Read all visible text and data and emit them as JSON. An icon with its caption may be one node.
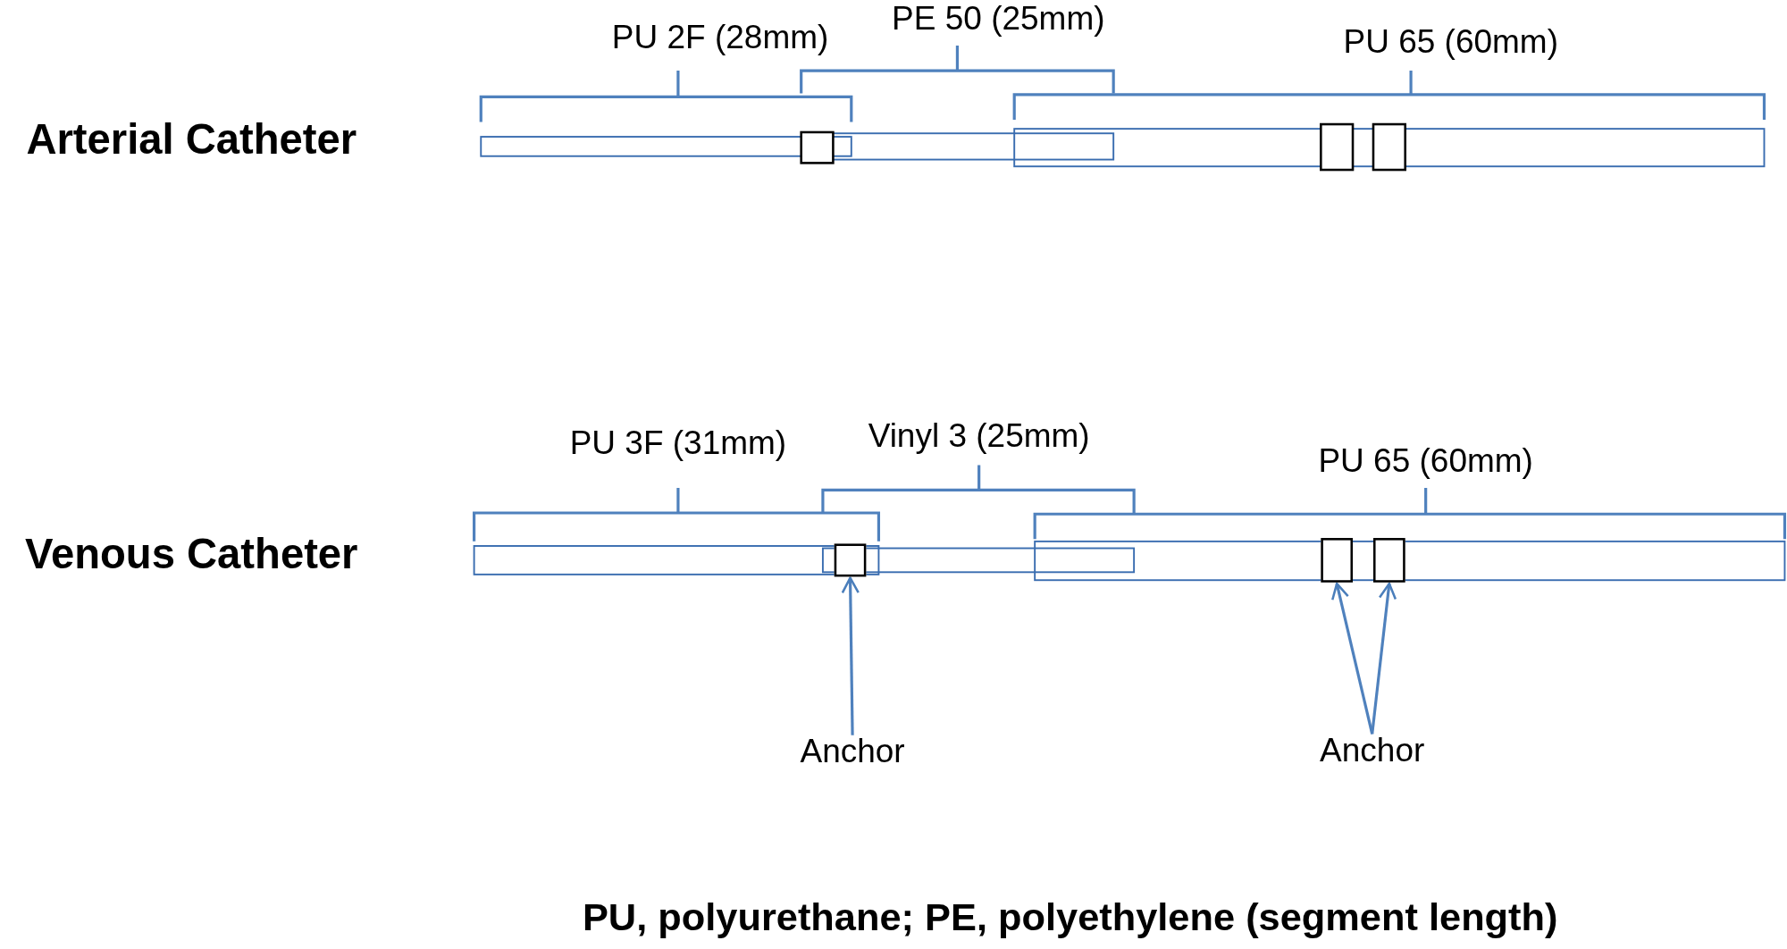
{
  "diagram": {
    "caption": "PU, polyurethane; PE, polyethylene (segment length)",
    "nodes": [
      {
        "text": [
          "Anchor"
        ]
      },
      {
        "text": [
          "Anchor"
        ]
      },
      {
        "text": [],
        "shape": "box"
      },
      {
        "text": [],
        "shape": "box"
      },
      {
        "text": [],
        "shape": "box"
      }
    ],
    "edges": [
      {
        "from": 0,
        "to": 2,
        "arrow": "to"
      },
      {
        "from": 1,
        "to": 3,
        "arrow": "to"
      },
      {
        "from": 1,
        "to": 4,
        "arrow": "to"
      }
    ],
    "labels": [
      "PE 50 (25mm)",
      "PU 2F (28mm)",
      "PU 65 (60mm)",
      "Arterial Catheter",
      "Vinyl 3 (25mm)",
      "PU 3F (31mm)",
      "PU 65 (60mm)",
      "Venous Catheter"
    ]
  }
}
